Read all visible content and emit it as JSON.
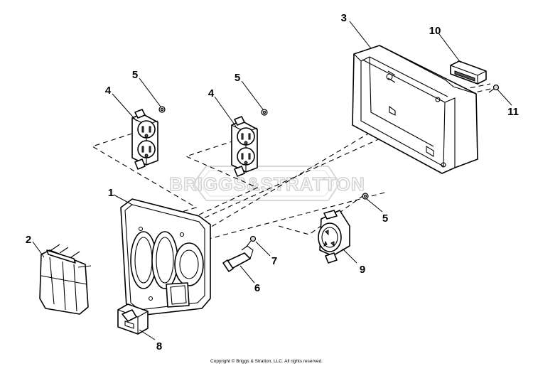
{
  "callouts": {
    "c1": "1",
    "c2": "2",
    "c3": "3",
    "c4a": "4",
    "c4b": "4",
    "c5a": "5",
    "c5b": "5",
    "c5c": "5",
    "c6": "6",
    "c7": "7",
    "c8": "8",
    "c9": "9",
    "c10": "10",
    "c11": "11"
  },
  "watermark": "BRIGGS&STRATTON",
  "copyright": "Copyright © Briggs & Stratton, LLC. All rights reserved."
}
